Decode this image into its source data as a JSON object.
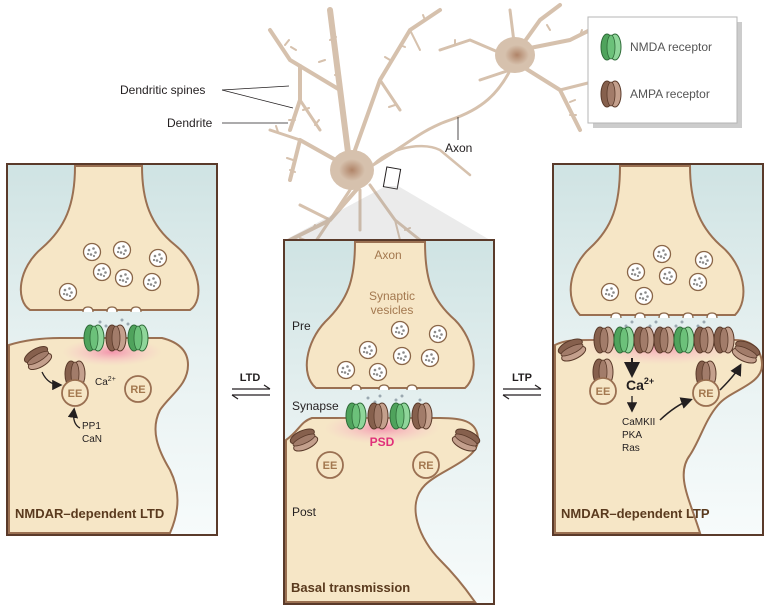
{
  "neuron": {
    "dendritic_spines_label": "Dendritic spines",
    "dendrite_label": "Dendrite",
    "axon_label": "Axon"
  },
  "legend": {
    "items": [
      {
        "label": "NMDA receptor",
        "color": "#6cc17a"
      },
      {
        "label": "AMPA receptor",
        "color": "#a27c6a"
      }
    ]
  },
  "panels": {
    "ltd": {
      "title": "NMDAR–dependent LTD",
      "ee": "EE",
      "re": "RE",
      "ca": "Ca",
      "ca_sup": "2+",
      "enzymes": [
        "PP1",
        "CaN"
      ]
    },
    "basal": {
      "title": "Basal transmission",
      "axon": "Axon",
      "vesicles": [
        "Synaptic",
        "vesicles"
      ],
      "pre": "Pre",
      "synapse": "Synapse",
      "post": "Post",
      "psd": "PSD",
      "ee": "EE",
      "re": "RE"
    },
    "ltp": {
      "title": "NMDAR–dependent LTP",
      "ee": "EE",
      "re": "RE",
      "ca": "Ca",
      "ca_sup": "2+",
      "kinases": [
        "CaMKII",
        "PKA",
        "Ras"
      ]
    }
  },
  "arrows": {
    "ltd": "LTD",
    "ltp": "LTP"
  },
  "colors": {
    "neuron": "#d6c1ad",
    "terminal": "#f6e6c6",
    "terminal_outline": "#9a7052",
    "panel_bg_top": "#cfe4e4",
    "panel_border": "#5a3a1e",
    "psd": "#f3a6b9"
  }
}
